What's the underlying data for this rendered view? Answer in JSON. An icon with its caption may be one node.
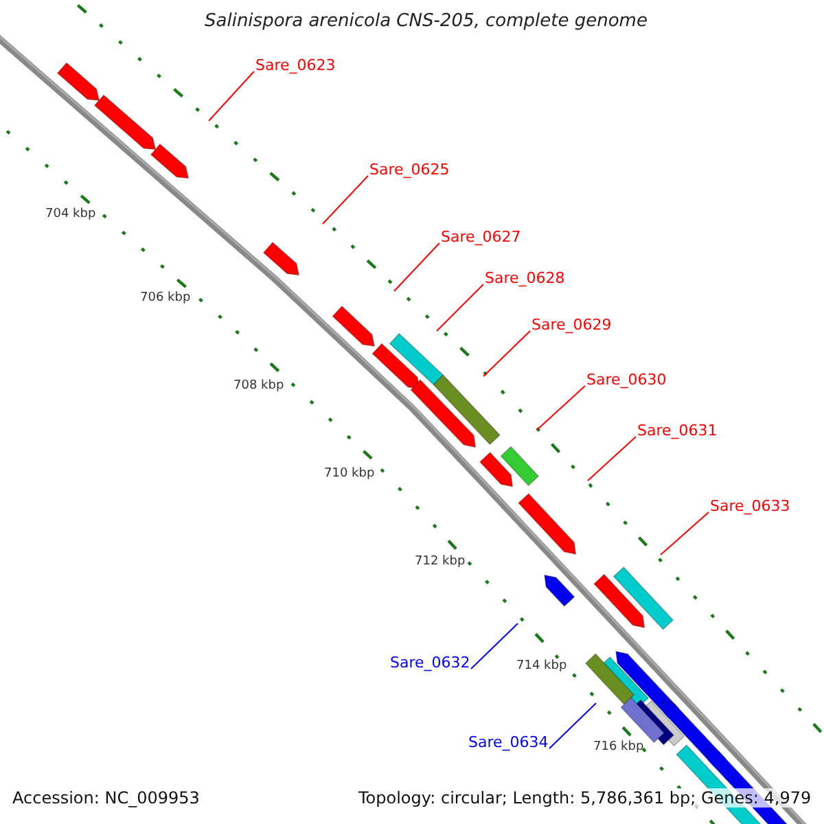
{
  "diagram": {
    "title": "Salinispora arenicola CNS-205, complete genome",
    "nodes": [
      {
        "text": [
          "Sare_0623"
        ]
      },
      {
        "text": [
          "Sare_0625"
        ]
      },
      {
        "text": [
          "Sare_0627"
        ]
      },
      {
        "text": [
          "Sare_0628"
        ]
      },
      {
        "text": [
          "Sare_0629"
        ]
      },
      {
        "text": [
          "Sare_0630"
        ]
      },
      {
        "text": [
          "Sare_0631"
        ]
      },
      {
        "text": [
          "Sare_0633"
        ]
      },
      {
        "text": [
          "Sare_0632"
        ]
      },
      {
        "text": [
          "Sare_0634"
        ]
      }
    ],
    "edges": [
      {
        "from": 0,
        "to": null,
        "arrow": "none"
      },
      {
        "from": 1,
        "to": null,
        "arrow": "none"
      },
      {
        "from": 2,
        "to": null,
        "arrow": "none"
      },
      {
        "from": 3,
        "to": null,
        "arrow": "none"
      },
      {
        "from": 4,
        "to": null,
        "arrow": "none"
      },
      {
        "from": 5,
        "to": null,
        "arrow": "none"
      },
      {
        "from": 6,
        "to": null,
        "arrow": "none"
      },
      {
        "from": 7,
        "to": null,
        "arrow": "none"
      },
      {
        "from": 8,
        "to": null,
        "arrow": "none",
        "color": "#0000ff"
      },
      {
        "from": 9,
        "to": null,
        "arrow": "none",
        "color": "#0000ff"
      }
    ],
    "labels": [
      "704 kbp",
      "706 kbp",
      "708 kbp",
      "710 kbp",
      "712 kbp",
      "714 kbp",
      "716 kbp",
      "Accession: NC_009953",
      "Topology: circular; Length: 5,786,361 bp; Genes: 4,979"
    ]
  }
}
